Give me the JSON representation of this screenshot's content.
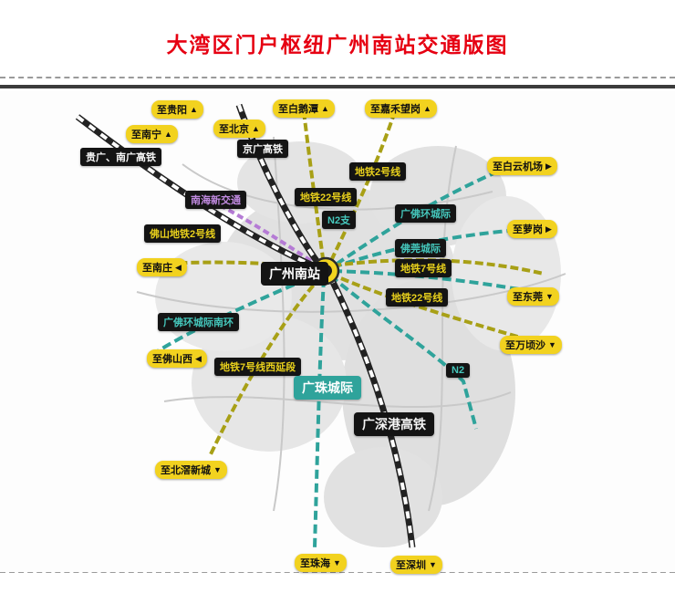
{
  "header": {
    "title": "大湾区门户枢纽广州南站交通版图"
  },
  "colors": {
    "title_red": "#e60012",
    "destination_pill": "#f2d21f",
    "metro_line": "#a8a016",
    "intercity_line": "#2fa39b",
    "new_transit_line": "#b57bd5",
    "railway_dark": "#222222"
  },
  "station": {
    "label": "广州南站"
  },
  "map": {
    "destinations": [
      {
        "text": "至贵阳",
        "arrow": "▲"
      },
      {
        "text": "至南宁",
        "arrow": "▲"
      },
      {
        "text": "至北京",
        "arrow": "▲"
      },
      {
        "text": "至白鹅潭",
        "arrow": "▲"
      },
      {
        "text": "至嘉禾望岗",
        "arrow": "▲"
      },
      {
        "text": "至白云机场",
        "arrow": "▶"
      },
      {
        "text": "至萝岗",
        "arrow": "▶"
      },
      {
        "text": "至东莞",
        "arrow": "▼"
      },
      {
        "text": "至万顷沙",
        "arrow": "▼"
      },
      {
        "text": "至南庄",
        "arrow": "◀"
      },
      {
        "text": "至佛山西",
        "arrow": "◀"
      },
      {
        "text": "至北滘新城",
        "arrow": "▼"
      },
      {
        "text": "至珠海",
        "arrow": "▼"
      },
      {
        "text": "至深圳",
        "arrow": "▼"
      }
    ],
    "lines": [
      {
        "label": "贵广、南广高铁"
      },
      {
        "label": "京广高铁"
      },
      {
        "label": "南海新交通"
      },
      {
        "label": "佛山地铁2号线"
      },
      {
        "label": "地铁2号线"
      },
      {
        "label": "地铁22号线"
      },
      {
        "label": "N2支"
      },
      {
        "label": "广佛环城际"
      },
      {
        "label": "佛莞城际"
      },
      {
        "label": "地铁7号线"
      },
      {
        "label": "地铁22号线"
      },
      {
        "label": "广佛环城际南环"
      },
      {
        "label": "地铁7号线西延段"
      },
      {
        "label": "广珠城际"
      },
      {
        "label": "N2"
      },
      {
        "label": "广深港高铁"
      }
    ]
  }
}
